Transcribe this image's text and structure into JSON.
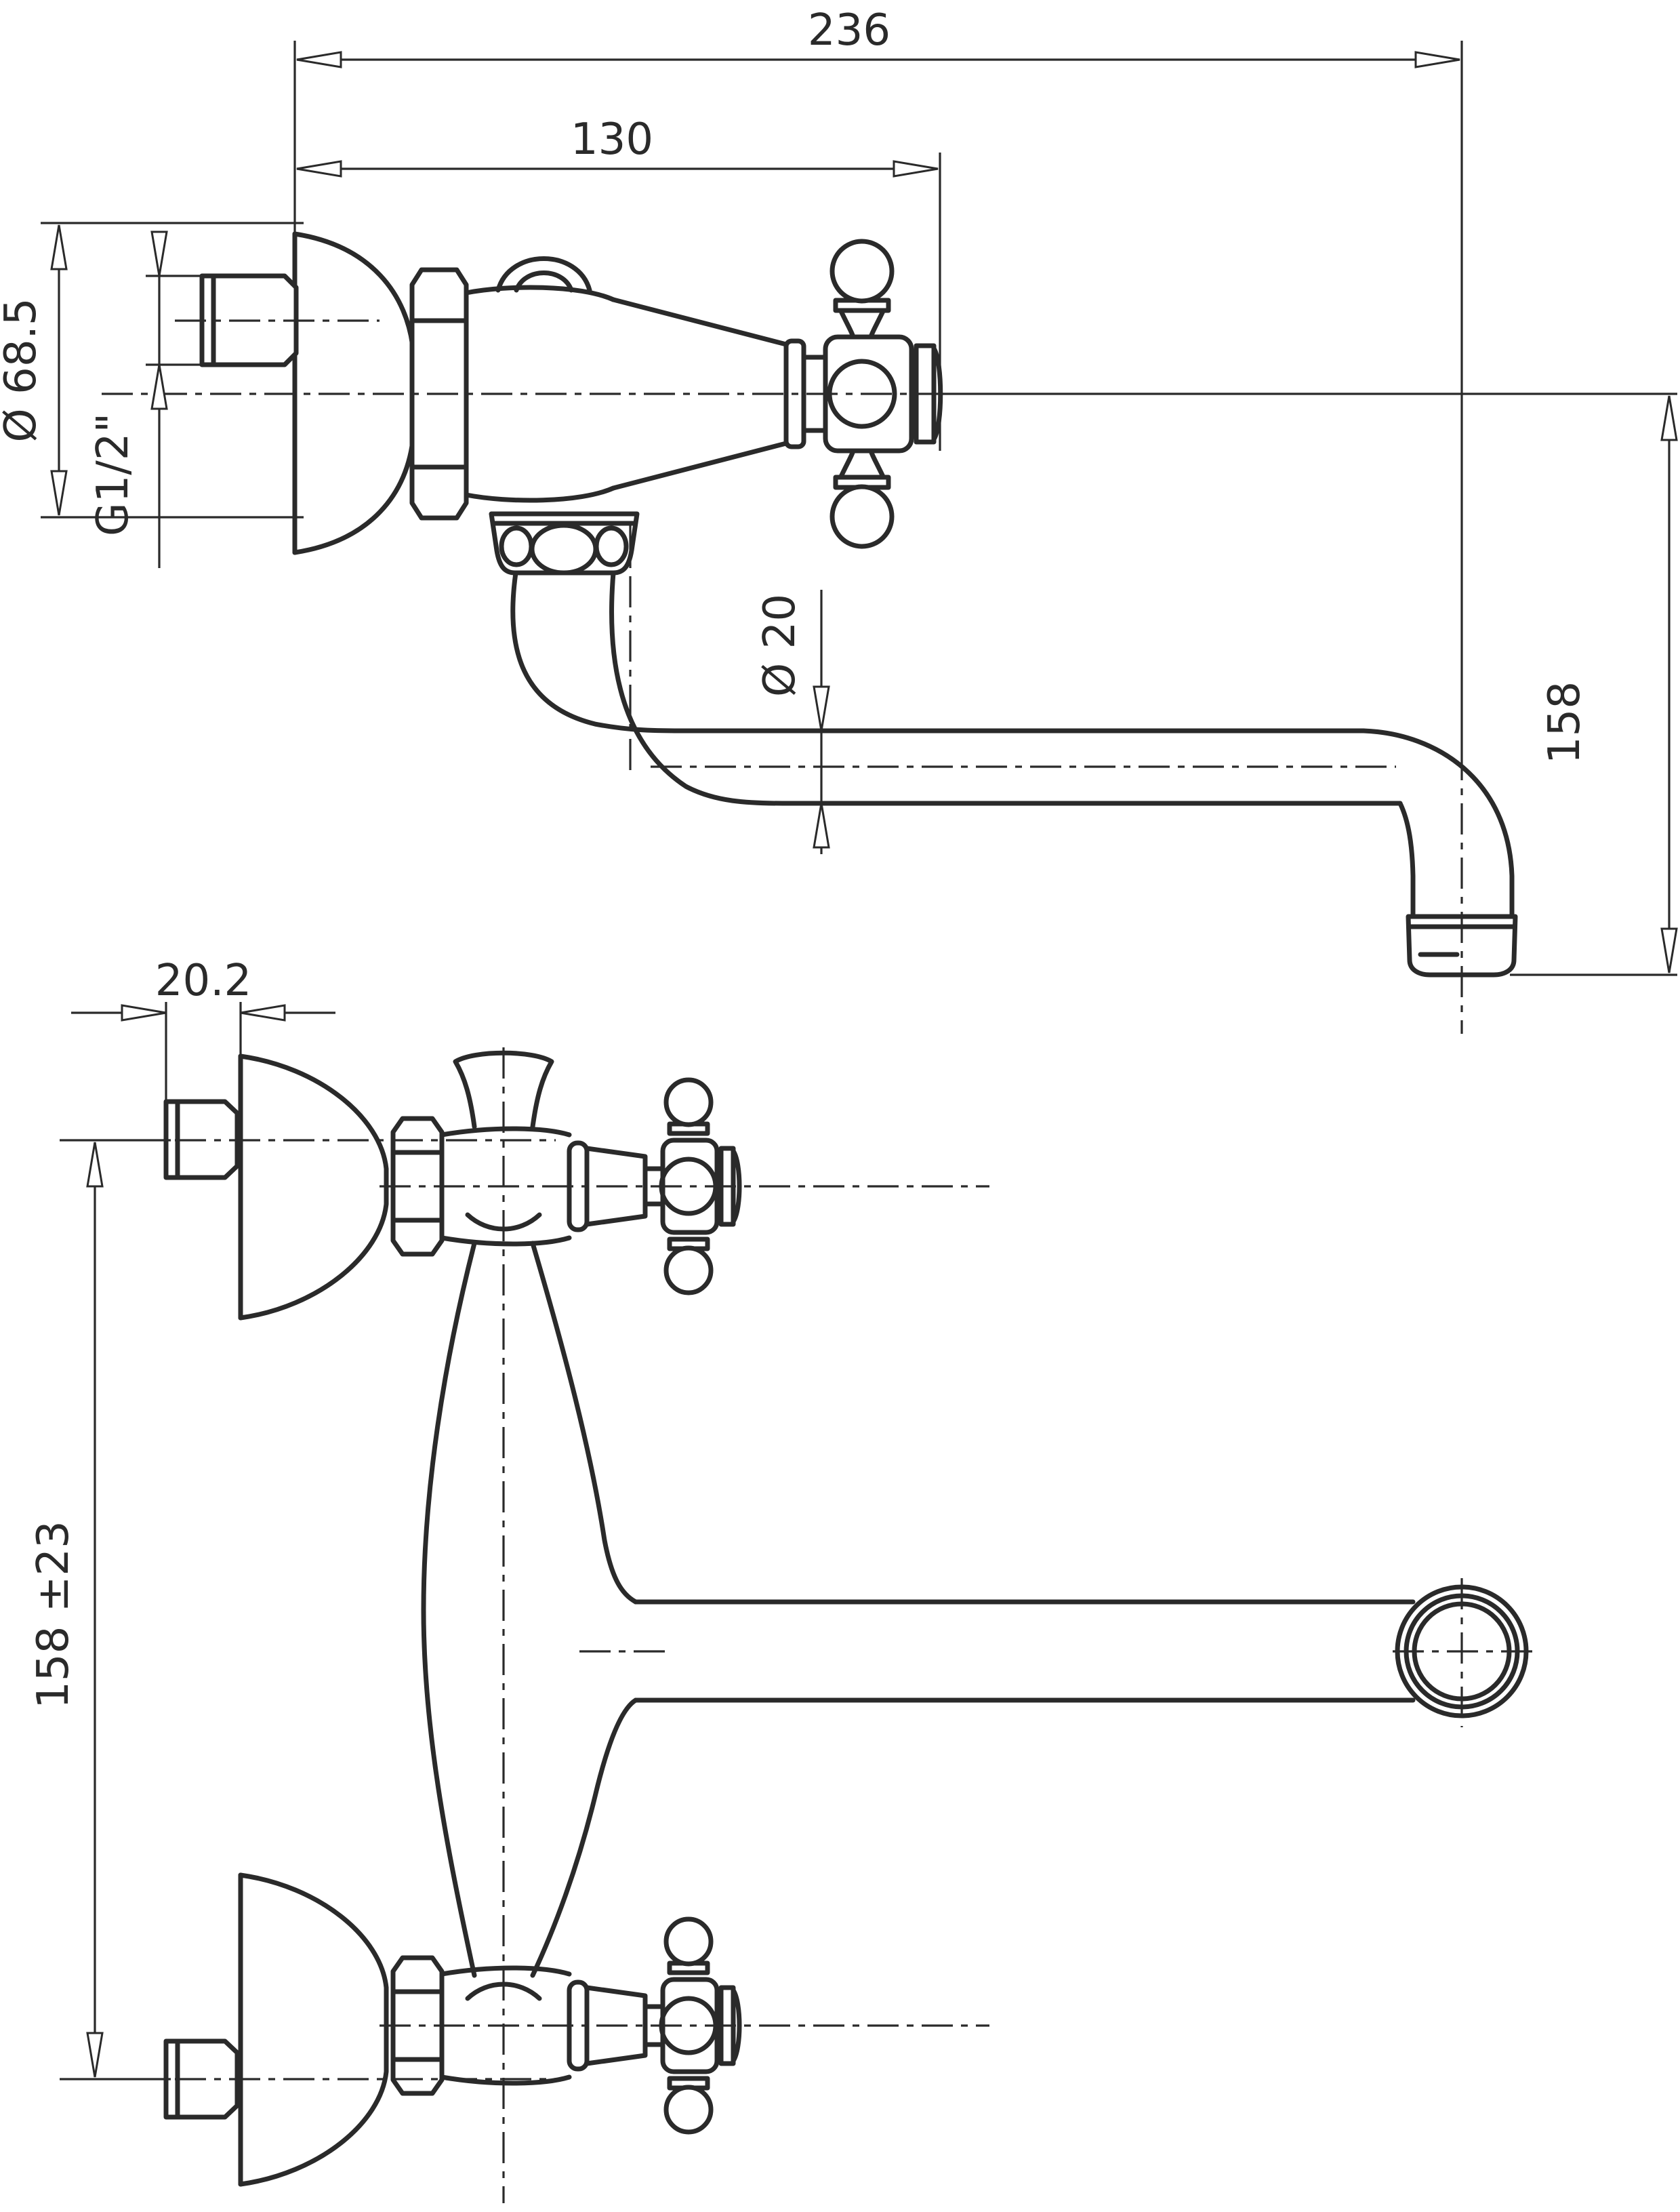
{
  "drawing": {
    "background": "#ffffff",
    "line_color": "#2a2a2a",
    "dimensions": {
      "overall_depth": "236",
      "body_depth": "130",
      "flange_diameter": "Ø 68.5",
      "thread_size": "G1/2\"",
      "spout_diameter": "Ø 20",
      "spout_drop": "158",
      "nipple_projection": "20.2",
      "inlet_spacing": "158 ±23"
    }
  }
}
